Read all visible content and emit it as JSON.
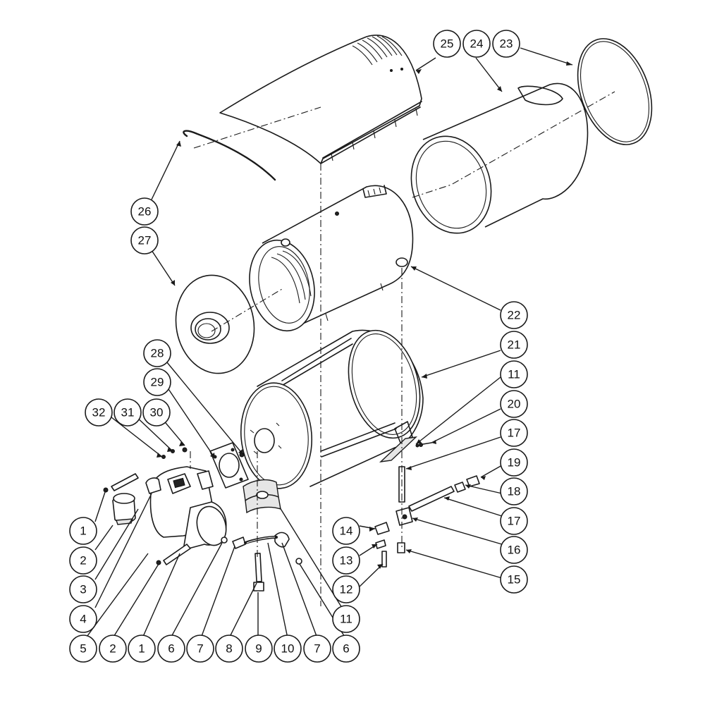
{
  "diagram": {
    "callouts": [
      {
        "id": "c25",
        "label": "25"
      },
      {
        "id": "c24",
        "label": "24"
      },
      {
        "id": "c23",
        "label": "23"
      },
      {
        "id": "c26",
        "label": "26"
      },
      {
        "id": "c27",
        "label": "27"
      },
      {
        "id": "c22",
        "label": "22"
      },
      {
        "id": "c21",
        "label": "21"
      },
      {
        "id": "c11a",
        "label": "11"
      },
      {
        "id": "c20",
        "label": "20"
      },
      {
        "id": "c17a",
        "label": "17"
      },
      {
        "id": "c19",
        "label": "19"
      },
      {
        "id": "c18",
        "label": "18"
      },
      {
        "id": "c17b",
        "label": "17"
      },
      {
        "id": "c16",
        "label": "16"
      },
      {
        "id": "c15",
        "label": "15"
      },
      {
        "id": "c28",
        "label": "28"
      },
      {
        "id": "c29",
        "label": "29"
      },
      {
        "id": "c32",
        "label": "32"
      },
      {
        "id": "c31",
        "label": "31"
      },
      {
        "id": "c30",
        "label": "30"
      },
      {
        "id": "c14",
        "label": "14"
      },
      {
        "id": "c13",
        "label": "13"
      },
      {
        "id": "c12",
        "label": "12"
      },
      {
        "id": "c1a",
        "label": "1"
      },
      {
        "id": "c2a",
        "label": "2"
      },
      {
        "id": "c3",
        "label": "3"
      },
      {
        "id": "c4",
        "label": "4"
      },
      {
        "id": "c11b",
        "label": "11"
      },
      {
        "id": "c5",
        "label": "5"
      },
      {
        "id": "c2b",
        "label": "2"
      },
      {
        "id": "c1b",
        "label": "1"
      },
      {
        "id": "c6a",
        "label": "6"
      },
      {
        "id": "c7a",
        "label": "7"
      },
      {
        "id": "c8",
        "label": "8"
      },
      {
        "id": "c9",
        "label": "9"
      },
      {
        "id": "c10",
        "label": "10"
      },
      {
        "id": "c7b",
        "label": "7"
      },
      {
        "id": "c6b",
        "label": "6"
      }
    ]
  }
}
